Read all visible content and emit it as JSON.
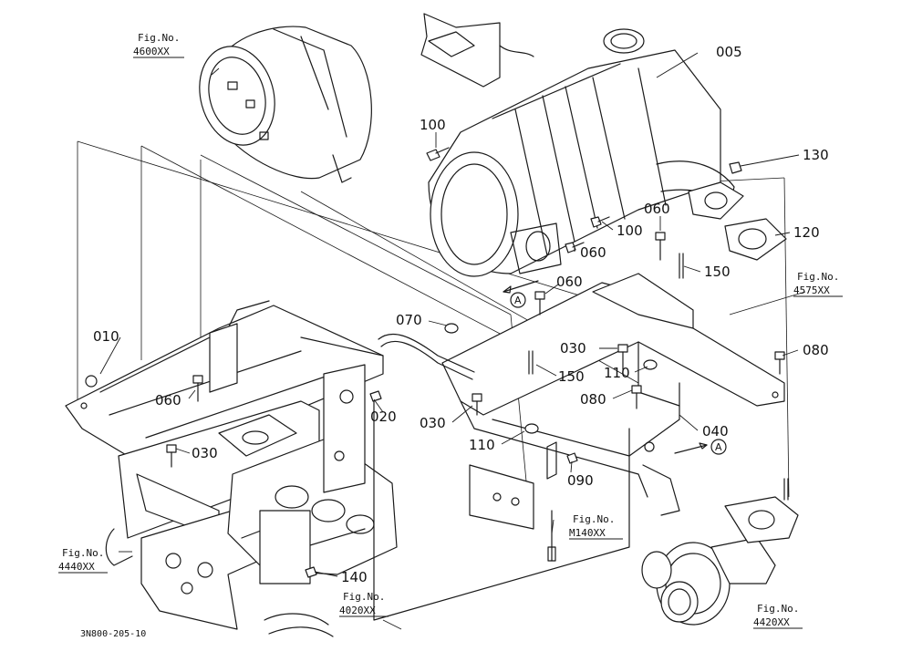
{
  "diagram_code": "3N800-205-10",
  "fig_prefix": "Fig.No.",
  "part_labels": [
    "005",
    "100",
    "100",
    "130",
    "060",
    "120",
    "060",
    "150",
    "060",
    "070",
    "010",
    "030",
    "110",
    "080",
    "060",
    "150",
    "080",
    "020",
    "030",
    "040",
    "110",
    "030",
    "090",
    "140"
  ],
  "figure_refs": [
    "4600XX",
    "4575XX",
    "M140XX",
    "4440XX",
    "4020XX",
    "4420XX"
  ],
  "view_marker": "A",
  "colors": {
    "line": "#1a1a1a",
    "background": "#ffffff"
  }
}
